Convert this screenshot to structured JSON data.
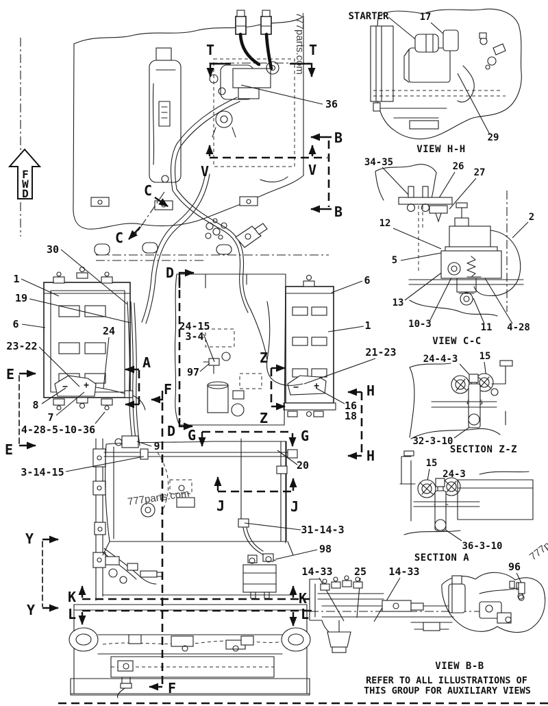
{
  "colors": {
    "line": "#1c1c1c",
    "watermark": "#3c3c3c",
    "background": "#ffffff"
  },
  "watermark": {
    "text": "777parts.com"
  },
  "fwd": {
    "text": "FWD"
  },
  "sections": {
    "T": "T",
    "B": "B",
    "V": "V",
    "C": "C",
    "D": "D",
    "E": "E",
    "F": "F",
    "A": "A",
    "Z": "Z",
    "G": "G",
    "H": "H",
    "J": "J",
    "K": "K",
    "L": "L",
    "Y": "Y"
  },
  "battery": {
    "minus": "−",
    "plus": "+"
  },
  "callouts": {
    "n36": "36",
    "n30": "30",
    "n1": "1",
    "n19": "19",
    "n6": "6",
    "n23_22": "23-22",
    "n24": "24",
    "n8": "8",
    "n7": "7",
    "n4_28_5_10_36": "4-28-5-10-36",
    "n9": "9",
    "n3_14_15": "3-14-15",
    "n24_15": "24-15",
    "n3_4": "3-4",
    "n97": "97",
    "n21_23": "21-23",
    "n16": "16",
    "n18": "18",
    "n20": "20",
    "n31_14_3": "31-14-3",
    "n98": "98",
    "n14_33": "14-33",
    "n25": "25",
    "n96": "96"
  },
  "views": {
    "hh": {
      "title": "VIEW H-H",
      "starter": "STARTER",
      "n17": "17",
      "n29": "29"
    },
    "cc": {
      "title": "VIEW C-C",
      "n34_35": "34-35",
      "n26": "26",
      "n27": "27",
      "n2": "2",
      "n12": "12",
      "n5": "5",
      "n13": "13",
      "n10_3": "10-3",
      "n11": "11",
      "n4_28": "4-28"
    },
    "zz": {
      "title": "SECTION Z-Z",
      "n24_4_3": "24-4-3",
      "n15": "15",
      "n32_3_10": "32-3-10"
    },
    "sa": {
      "title": "SECTION A",
      "n15": "15",
      "n24_3": "24-3",
      "n36_3_10": "36-3-10"
    },
    "bb": {
      "title": "VIEW B-B"
    }
  },
  "footer": {
    "line1": "REFER TO ALL ILLUSTRATIONS OF",
    "line2": "THIS GROUP FOR AUXILIARY VIEWS"
  }
}
